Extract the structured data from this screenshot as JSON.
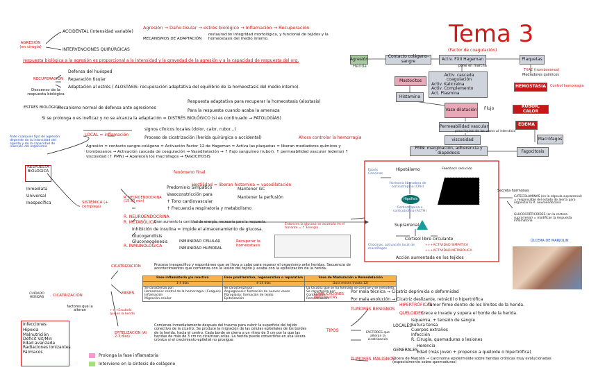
{
  "title": "Tema 3",
  "agresion": {
    "label": "AGRESIÓN\n(en cirugía)",
    "accidental": "ACCIDENTAL (intensidad variable)",
    "intervenciones": "INTERVENCIONES QUIRÚRGICAS"
  },
  "chain": "Agresión → Daño tisular → estrés biológico → Inflamación → Recuperación",
  "mecanismos": {
    "label": "MECANISMOS DE ADAPTACIÓN",
    "text": "restauración integridad morfológica, y funcional de tejidos y la homeostasis del medio interno."
  },
  "respuesta": "respuesta biológica a la agresión es proporcional a la intensidad y la gravedad de la agresión y a la capacidad de respuesta del org.",
  "recuperacion": {
    "label": "RECUPERACIÓN",
    "items": [
      "Defensa del huésped",
      "Reparación tisular",
      "Adaptación al estrés ( ALOSTASIS: recuperación adaptativa del equilibrio de la homeostasis del medio interno)."
    ]
  },
  "descenso": "Descenso de la respuesta biológica",
  "estres": {
    "label": "ESTRÉS BIOLÓGICO",
    "text": "mecanismo normal de defensa ante agresiones",
    "r1": "Respuesta adaptativa para recuperar la homeostasis (alostasis)",
    "r2": "Para la respuesta cuando acaba la amenaza",
    "r3": "Si se prolonga o es ineficaz y no se alcanza la adaptación = DISTRÉS BIOLÓGICO (si es continuado → PATOLOGÍAS)"
  },
  "side_note": "Ante cualquier tipo de agresión depende de la intensidad del agente y de la capacidad de reacción del organismo",
  "respuesta_box": "RESPUESTA BIOLÓGICA",
  "resp_list": [
    "Inmediata",
    "Universal",
    "Inespecífica"
  ],
  "local": {
    "label": "LOCAL = inflamación",
    "s1": "signos clínicos locales (dolor, calor, rubor...)",
    "s2": "Proceso de cicatrización (herida quirúrgica o accidental)",
    "ahora": "Ahora controlar la hemorragia"
  },
  "agresion_text": "Agresión = contacto sangre-colágeno = Activación Factor 12 de Hageman = Activa las plaquetas = liberan mediadores químicos y tromboxanos → Activación cascada de coagulación → Vasodilatación → ↑ flujo sanguíneo (rubor), ↑ permeabilidad vascular (edema) ↑ viscosidad (↑ PMN) → Aparecen los macrófagos → FAGOCITOSIS",
  "fenomeno": "fenómeno final",
  "hostilidad": "Hostilidad = liberan histamina = vasodilatación",
  "sistemica": {
    "label": "SISTÉMICA (+ compleja)",
    "neuro": "R. NEUROENDOCRINA (15-30 min)",
    "neuro_items": [
      "Predominio Simpático",
      "Vasoconstricción para",
      "↑ Tono cardiovascular",
      "↑ Frecuencia respiratoria y metabolismo"
    ],
    "mantener": [
      "Mantener GC",
      "Mantener la perfusión"
    ],
    "neuroend": "R. NEUROENDOCRINA",
    "metab": "R. METABÓLICA",
    "metab_text": "Gran aumento la cantidad de energía, necesaria para la respuesta.",
    "metab_items": [
      "Inhibición de insulina = impide el almacenamiento de glucosa.",
      "Glucogenólisis",
      "Gluconeogénesis"
    ],
    "entonces": "Entonces la glucosa se acumula en el torrente = ↑ Energía",
    "inmuno": "R. INMUNOLÓGICA",
    "celular": "INMUNIDAD CELULAR",
    "humoral": "INMUNIDAD HUMORAL",
    "recuperar": "Recuperar la homeostasis"
  },
  "diagram": {
    "agresion": "Agresión",
    "herida": "Herida",
    "contacto": "Contacto colágeno-sangre",
    "hageman": "Activ. FXII Hageman",
    "factor": "(Factor de coagulación)",
    "pone": "pone en marcha",
    "plaquetas": "Plaquetas",
    "txa": "TXA2 (tromboxanos)",
    "mediadores": "Mediadores químicos",
    "mastocitos": "Mastocitos",
    "cascade": [
      "Activ. cascada coagulación",
      "Activ. Kalicreína",
      "Activ. Complemento",
      "Act. Plasmina"
    ],
    "histamina": "Histamina",
    "hemostasia": "HEMOSTASIA",
    "control": "Control hemorragia",
    "vaso": "Vaso dilatación",
    "flujo": "Flujo",
    "rubor": "RUBOR, CALOR",
    "permeab": "Permeabilidad vascular",
    "edema": "EDEMA",
    "pasa": "pasa líquido de los vasos al intersticio",
    "viscosidad": "viscosidad",
    "macrofagos": "Macrófagos",
    "pmn": "PMN: marginación, adherencia y diapédesis",
    "fagocitosis": "Fagocitosis"
  },
  "hormonal": {
    "feedback": "Feedback reducido",
    "estres": "Estrés Citocinas",
    "hipotalamo": "Hipotálamo",
    "crh": "Hormona liberadora de corticotropina (CRH)",
    "hipofisis": "Hipófisis",
    "acth": "Corticotropina o corticotrofina (ACTH)",
    "suprarrenal": "Suprarrenal",
    "cortisol": "Cortisol libre circulante",
    "citocinas": "Citocinas, activación local de macrófagos",
    "simp": "+++ACTIVIDAD SIMPATICA",
    "metab": "+++ACTIVIDAD METABOLICA",
    "accion": "Acción aumentada en los tejidos",
    "secreta": "Secreta hormonas",
    "cat": "CATECOLAMINAS (en la cápsula suprarrenal) = responsable del estado de alerta para organizar la R. neuroendocrina",
    "gluco": "GLUCOCORTICOIDES (en la corteza suprarrenal) = modifican la respuesta inflamatoria"
  },
  "ulcera": "ÚLCERA DE MARJOLIN",
  "cicatrizacion": {
    "label": "CICATRIZACIÓN",
    "text": "Proceso inespecífico y espontáneo que se lleva a cabo para reparar el organismo ante heridas. Secuencia de acontecimientos que comienza con la lesión del tejido y acaba con la epitelización de la herida.",
    "cuidado": "CUIDADO HERIDAS",
    "cicat": "CICATRIZACIÓN",
    "factores": "factores que la alteran",
    "fases": "FASES",
    "fase_headers": [
      "Fase inflamatoria y/o reactiva",
      "Fase proliferativa, regenerativa o reparativa",
      "Fase de Maduración o Remodelación"
    ],
    "fase_days": [
      "1-4 días",
      "4-14 días",
      "Dura meses (hasta 12)"
    ],
    "fase_c1": [
      "Se caracteriza por:",
      "Hemostasia: control de la hemorragia. (Coágulo)",
      "Inflamación",
      "Migración celular"
    ],
    "fase_c2": [
      "Se caracteriza por:",
      "Angiogénesis: formación de nuevos vasos",
      "Fibroplasia: formación de tejido",
      "Epitelización"
    ],
    "fase_c3": [
      "La Cicatriz que se ha formado se contrae y se remodela.",
      "Se caracteriza por:",
      "Contracción",
      "Remodelación"
    ],
    "mas": "++ +Exudado que en la herida",
    "epitel": "EPITELIZACIÓN (At 2-3 días)",
    "epitel_text": "Comienza inmediatamente después del trauma para cubrir la superficie del tejido conectivo de la cicatriz. Se produce la migración de las células epiteliales de los bordes de la herida, hacia el centro. Cada borde se cierra a un ritmo de 3 cm por la que las heridas de más de 3 cm no cicatrizan solas. La herida puede convertirse en una úlcera crónica si el crecimiento epitelial no prosigue."
  },
  "factores_list": [
    "Infecciones",
    "Hipoxia",
    "Malnutrición",
    "Déficit Vit/Min",
    "Edad avanzada",
    "Radiaciones ionizantes",
    "Fármacos"
  ],
  "legend": [
    "Prolonga la fase inflamatoria",
    "Interviene en la síntesis de colágeno"
  ],
  "complicaciones": {
    "label": "COMPLICACIONES PATOLÓGICAS",
    "p1": "Por mala técnica → Cicatriz deprimida o deformidad",
    "p2": "Por mala evolución → Cicatriz deslizante, retráctil o hipertrófica"
  },
  "tipos": {
    "label": "TIPOS",
    "benignos": "TUMORES BENIGNOS",
    "hipertroficas": "HIPERTRÓFICAS",
    "hip_text": "Tumor firme dentro de los límites de la herida.",
    "queloides": "QUELOIDES",
    "que_text": "Crece e invade y supera el borde de la herida.",
    "locales": "LOCALES",
    "loc_items": [
      "Isquemia, + tensión de sangre",
      "Sutura tensa",
      "Cuerpos extraños",
      "Infección",
      "R. Cirugía, quemaduras o lesiones"
    ],
    "factores": "FACTORES que alteran la cicatrización",
    "generales": "GENERALES",
    "gen_items": [
      "Herencia",
      "Edad (más joven + propenso a queloide o hipertrófica)"
    ],
    "malignos": "TUMORES MALIGNOS",
    "mal_text": "Úlcera de Marjolin → Carcinoma epidermoide sobre heridas crónicas muy evolucionadas (especialmente sobre quemaduras)"
  },
  "colors": {
    "red": "#d21414",
    "blue": "#1d49c9",
    "yellow": "#f4ec33",
    "green": "#a6e07a",
    "orange": "#f7b34a",
    "pink": "#f39ad0",
    "grey_box": "#cfd3dc",
    "green_box": "#a8c9a0"
  }
}
